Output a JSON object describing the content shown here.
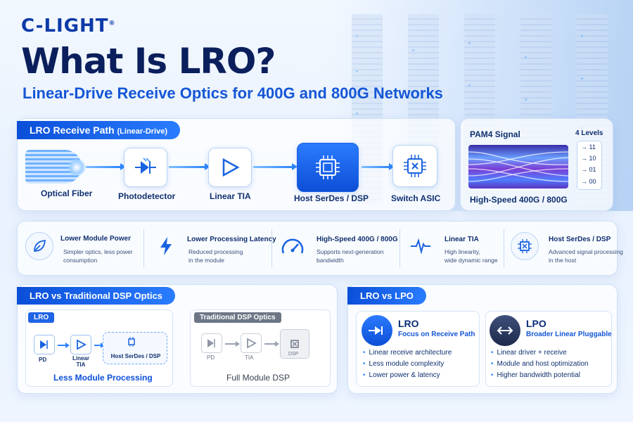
{
  "brand": {
    "logo": "C-LIGHT",
    "reg": "®"
  },
  "header": {
    "title": "What Is LRO?",
    "subtitle": "Linear-Drive Receive Optics for 400G and 800G Networks"
  },
  "receive_path": {
    "label": "LRO Receive Path",
    "label_note": "(Linear-Drive)",
    "nodes": [
      {
        "label": "Optical Fiber",
        "icon": "optical-fiber-icon"
      },
      {
        "label": "Photodetector",
        "icon": "photodetector-icon"
      },
      {
        "label": "Linear TIA",
        "icon": "amplifier-icon"
      },
      {
        "label": "Host SerDes / DSP",
        "icon": "chip-icon"
      },
      {
        "label": "Switch ASIC",
        "icon": "asic-icon"
      }
    ]
  },
  "pam4": {
    "title": "PAM4 Signal",
    "levels_title": "4 Levels",
    "levels": [
      "11",
      "10",
      "01",
      "00"
    ],
    "caption": "High-Speed 400G / 800G"
  },
  "benefits": [
    {
      "title": "Lower Module Power",
      "desc1": "Simpler optics, less power",
      "desc2": "consumption",
      "icon": "leaf-icon"
    },
    {
      "title": "Lower Processing Latency",
      "desc1": "Reduced processing",
      "desc2": "in the module",
      "icon": "lightning-icon"
    },
    {
      "title": "High-Speed 400G / 800G",
      "desc1": "Supports next-generation",
      "desc2": "bandwidth",
      "icon": "speedometer-icon"
    },
    {
      "title": "Linear TIA",
      "desc1": "High linearity,",
      "desc2": "wide dynamic range",
      "icon": "waveform-icon"
    },
    {
      "title": "Host SerDes / DSP",
      "desc1": "Advanced signal processing",
      "desc2": "in the host",
      "icon": "chip-icon"
    }
  ],
  "comparison": {
    "label": "LRO  vs  Traditional DSP Optics",
    "lro": {
      "tag": "LRO",
      "nodes": [
        "PD",
        "Linear TIA",
        "Host SerDes / DSP"
      ],
      "caption": "Less Module Processing"
    },
    "traditional": {
      "tag": "Traditional DSP Optics",
      "nodes": [
        "PD",
        "TIA",
        "DSP"
      ],
      "caption": "Full Module DSP"
    }
  },
  "lro_vs_lpo": {
    "label": "LRO  vs LPO",
    "lro": {
      "title": "LRO",
      "subtitle": "Focus on Receive Path",
      "bullets": [
        "Linear receive architecture",
        "Less module complexity",
        "Lower power & latency"
      ]
    },
    "lpo": {
      "title": "LPO",
      "subtitle": "Broader Linear Pluggable",
      "bullets": [
        "Linear driver + receive",
        "Module and host optimization",
        "Higher bandwidth potential"
      ]
    }
  },
  "colors": {
    "primary": "#0b4fd8",
    "accent": "#2e86ff",
    "dark": "#0a1f5c"
  }
}
